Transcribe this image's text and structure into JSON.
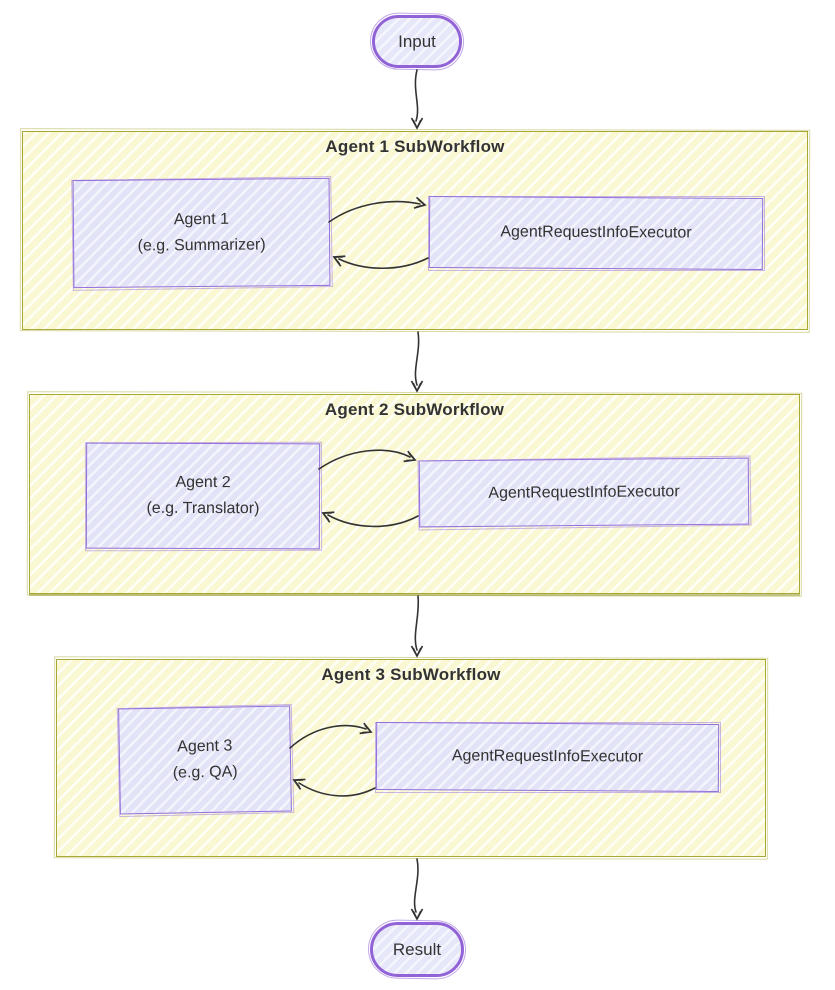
{
  "diagram": {
    "nodes": {
      "input": {
        "label": "Input"
      },
      "result": {
        "label": "Result"
      }
    },
    "subworkflows": [
      {
        "title": "Agent 1 SubWorkflow",
        "agent": {
          "line1": "Agent 1",
          "line2": "(e.g. Summarizer)"
        },
        "executor": "AgentRequestInfoExecutor"
      },
      {
        "title": "Agent 2 SubWorkflow",
        "agent": {
          "line1": "Agent 2",
          "line2": "(e.g. Translator)"
        },
        "executor": "AgentRequestInfoExecutor"
      },
      {
        "title": "Agent 3 SubWorkflow",
        "agent": {
          "line1": "Agent 3",
          "line2": "(e.g. QA)"
        },
        "executor": "AgentRequestInfoExecutor"
      }
    ],
    "colors": {
      "cluster_fill": "#ffffde",
      "cluster_border": "#aaaa33",
      "node_fill": "#ececff",
      "node_border": "#9370db",
      "terminal_border": "#9263d6",
      "edge": "#333333",
      "text": "#333333",
      "background": "#ffffff"
    }
  }
}
